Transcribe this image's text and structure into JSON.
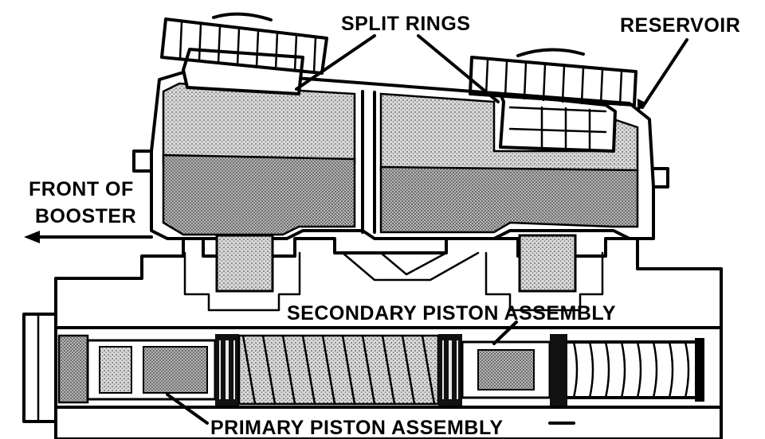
{
  "labels": {
    "split_rings": "SPLIT RINGS",
    "reservoir": "RESERVOIR",
    "front_of_booster_line1": "FRONT OF",
    "front_of_booster_line2": "BOOSTER",
    "secondary_piston": "SECONDARY PISTON ASSEMBLY",
    "primary_piston": "PRIMARY PISTON ASSEMBLY"
  },
  "colors": {
    "ink": "#000000",
    "paper": "#ffffff",
    "fluid_stipple": "#9a9a9a"
  }
}
